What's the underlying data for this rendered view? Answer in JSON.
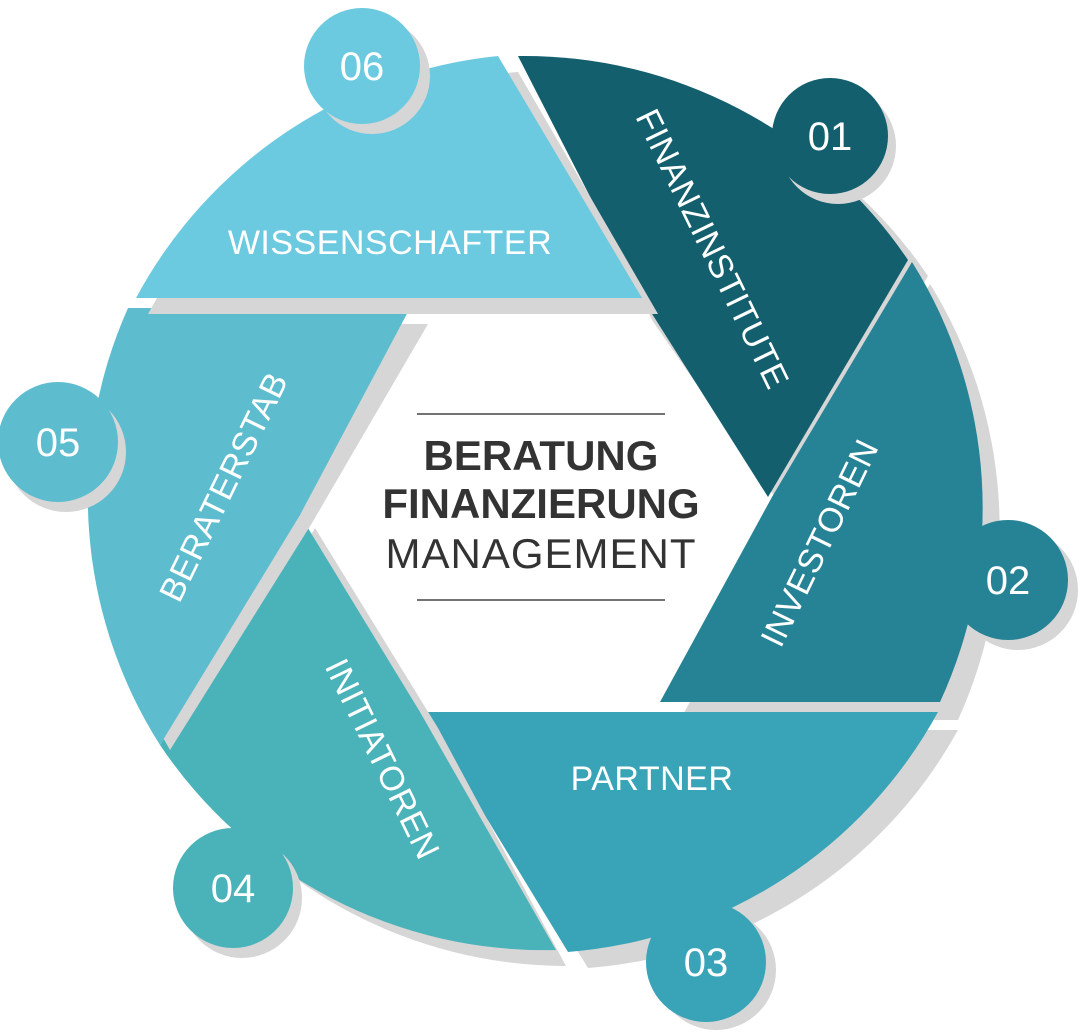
{
  "center": {
    "line1": "BERATUNG",
    "line2": "FINANZIERUNG",
    "line3": "MANAGEMENT"
  },
  "segments": [
    {
      "number": "01",
      "label": "FINANZINSTITUTE",
      "color": "#135f6e"
    },
    {
      "number": "02",
      "label": "INVESTOREN",
      "color": "#258395"
    },
    {
      "number": "03",
      "label": "PARTNER",
      "color": "#39a4b8"
    },
    {
      "number": "04",
      "label": "INITIATOREN",
      "color": "#4ab3b9"
    },
    {
      "number": "05",
      "label": "BERATERSTAB",
      "color": "#5dbdcf"
    },
    {
      "number": "06",
      "label": "WISSENSCHAFTER",
      "color": "#6ccae0"
    }
  ],
  "colors": {
    "shadow": "#d6d6d6",
    "center_text": "#333333",
    "rule": "#444444"
  }
}
